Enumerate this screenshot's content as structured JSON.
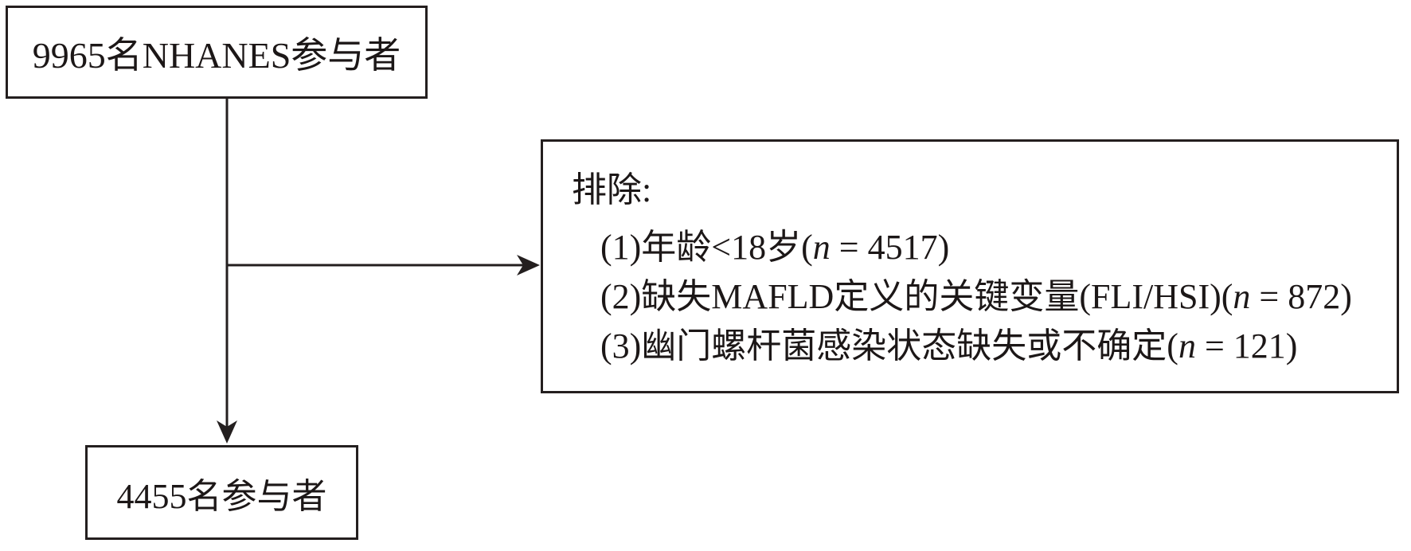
{
  "diagram": {
    "top_box": {
      "label": "9965名NHANES参与者"
    },
    "exclusion_box": {
      "title": "排除:",
      "items": [
        {
          "text": "(1)年龄<18岁(",
          "var": "n",
          "value": " = 4517)"
        },
        {
          "text": "(2)缺失MAFLD定义的关键变量(FLI/HSI)(",
          "var": "n",
          "value": " = 872)"
        },
        {
          "text": "(3)幽门螺杆菌感染状态缺失或不确定(",
          "var": "n",
          "value": " = 121)"
        }
      ]
    },
    "bottom_box": {
      "label": "4455名参与者"
    },
    "colors": {
      "line": "#241f1f",
      "text": "#1c1717",
      "background": "#ffffff"
    }
  }
}
